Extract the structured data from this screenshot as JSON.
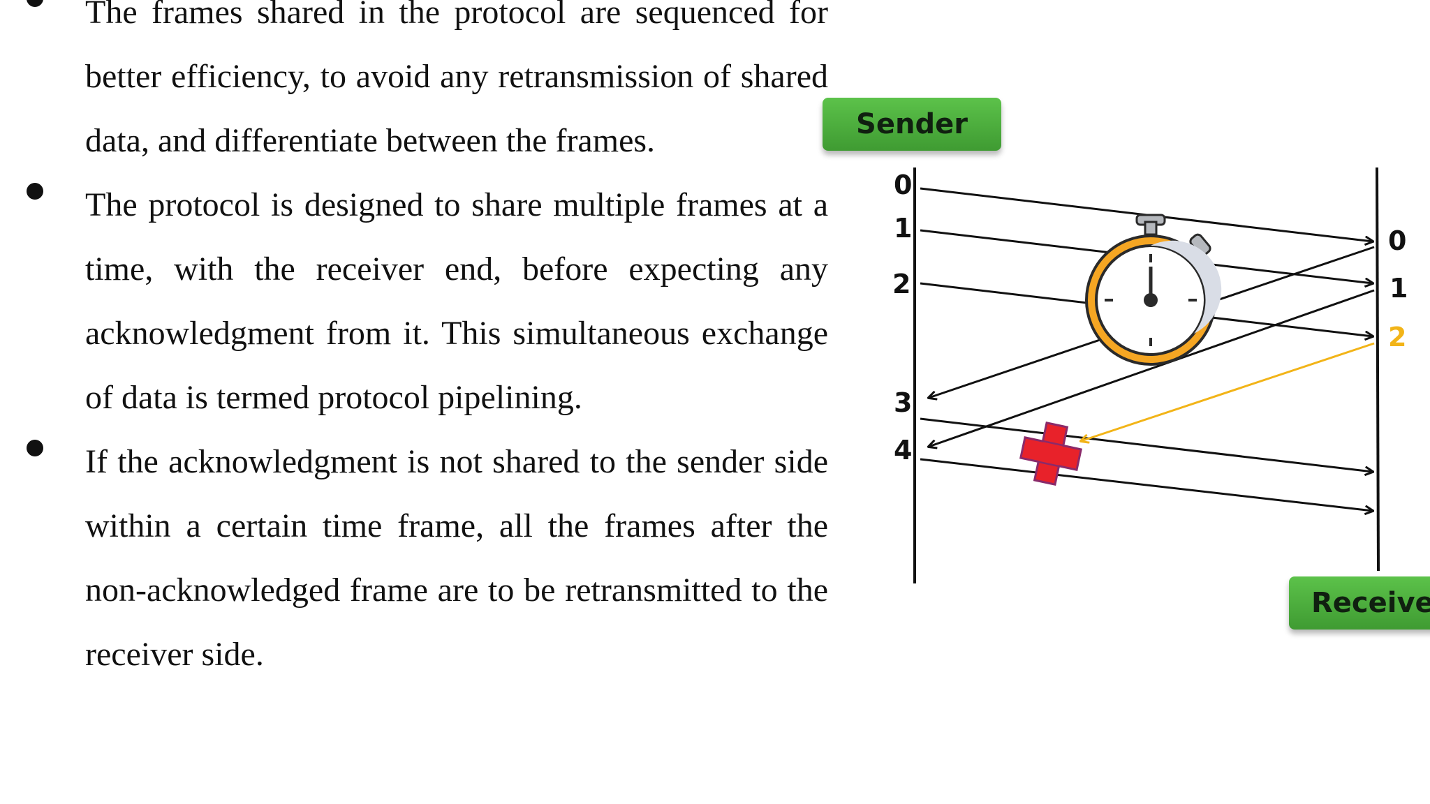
{
  "bullets": [
    "The frames shared in the protocol are sequenced for better efficiency, to avoid any retransmission of shared data, and differentiate between the frames.",
    "The protocol is designed to share multiple frames at a time, with the receiver end, before expecting any acknowledgment from it. This simultaneous exchange of data is termed protocol pipelining.",
    "If the acknowledgment is not shared to the sender side within a certain time frame, all the frames after the non-acknowledged frame are to be retransmitted to the receiver side."
  ],
  "diagram": {
    "sender_label": "Sender",
    "receiver_label": "Receive",
    "sender_frames": [
      "0",
      "1",
      "2",
      "3",
      "4"
    ],
    "receiver_frames": [
      "0",
      "1",
      "2"
    ],
    "colors": {
      "tag_green": "#4caf3c",
      "lost_ack": "#f2b418",
      "cross": "#e8222a",
      "timer": "#f5a623"
    }
  }
}
